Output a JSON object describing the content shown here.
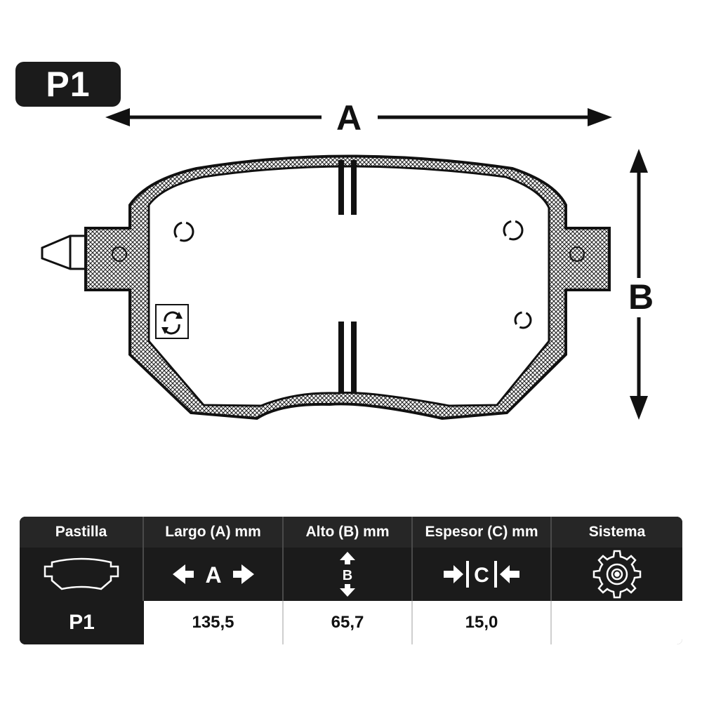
{
  "badge": {
    "label": "P1"
  },
  "drawing": {
    "dimension_a": "A",
    "dimension_b": "B"
  },
  "table": {
    "headers": [
      "Pastilla",
      "Largo (A) mm",
      "Alto (B) mm",
      "Espesor (C) mm",
      "Sistema"
    ],
    "icons": {
      "largo_letter": "A",
      "alto_letter": "B",
      "espesor_letter": "C",
      "pastilla_icon": "brake-pad-outline-icon",
      "sistema_icon": "gear-icon"
    },
    "row": {
      "pastilla": "P1",
      "largo": "135,5",
      "alto": "65,7",
      "espesor": "15,0",
      "sistema": ""
    }
  }
}
